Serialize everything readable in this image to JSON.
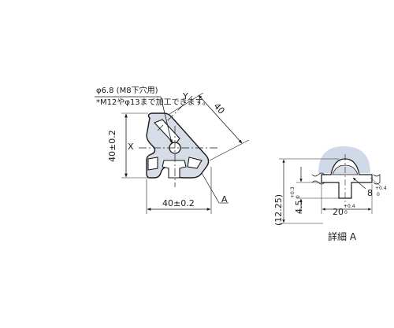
{
  "callout": {
    "line1": "φ6.8 (M8下穴用)",
    "line2": "*M12やφ13まで加工できます。"
  },
  "main_view": {
    "axis_x": "X",
    "axis_y": "Y",
    "dim_diagonal": "40",
    "dim_height": "40±0.2",
    "dim_width": "40±0.2",
    "detail_ref": "A"
  },
  "detail_view": {
    "title": "詳細 A",
    "dim_total_height": "(12.25)",
    "dim_slot_depth": "4.5",
    "dim_slot_depth_tol_upper": "+0.3",
    "dim_slot_depth_tol_lower": "0",
    "dim_slot_width": "20",
    "dim_slot_width_tol_upper": "+0.4",
    "dim_slot_width_tol_lower": "0",
    "dim_opening": "8",
    "dim_opening_tol_upper": "+0.4",
    "dim_opening_tol_lower": "0"
  },
  "colors": {
    "line": "#1a1a1a",
    "profile_fill": "#d6dde6",
    "highlight": "#cfd9e8"
  }
}
